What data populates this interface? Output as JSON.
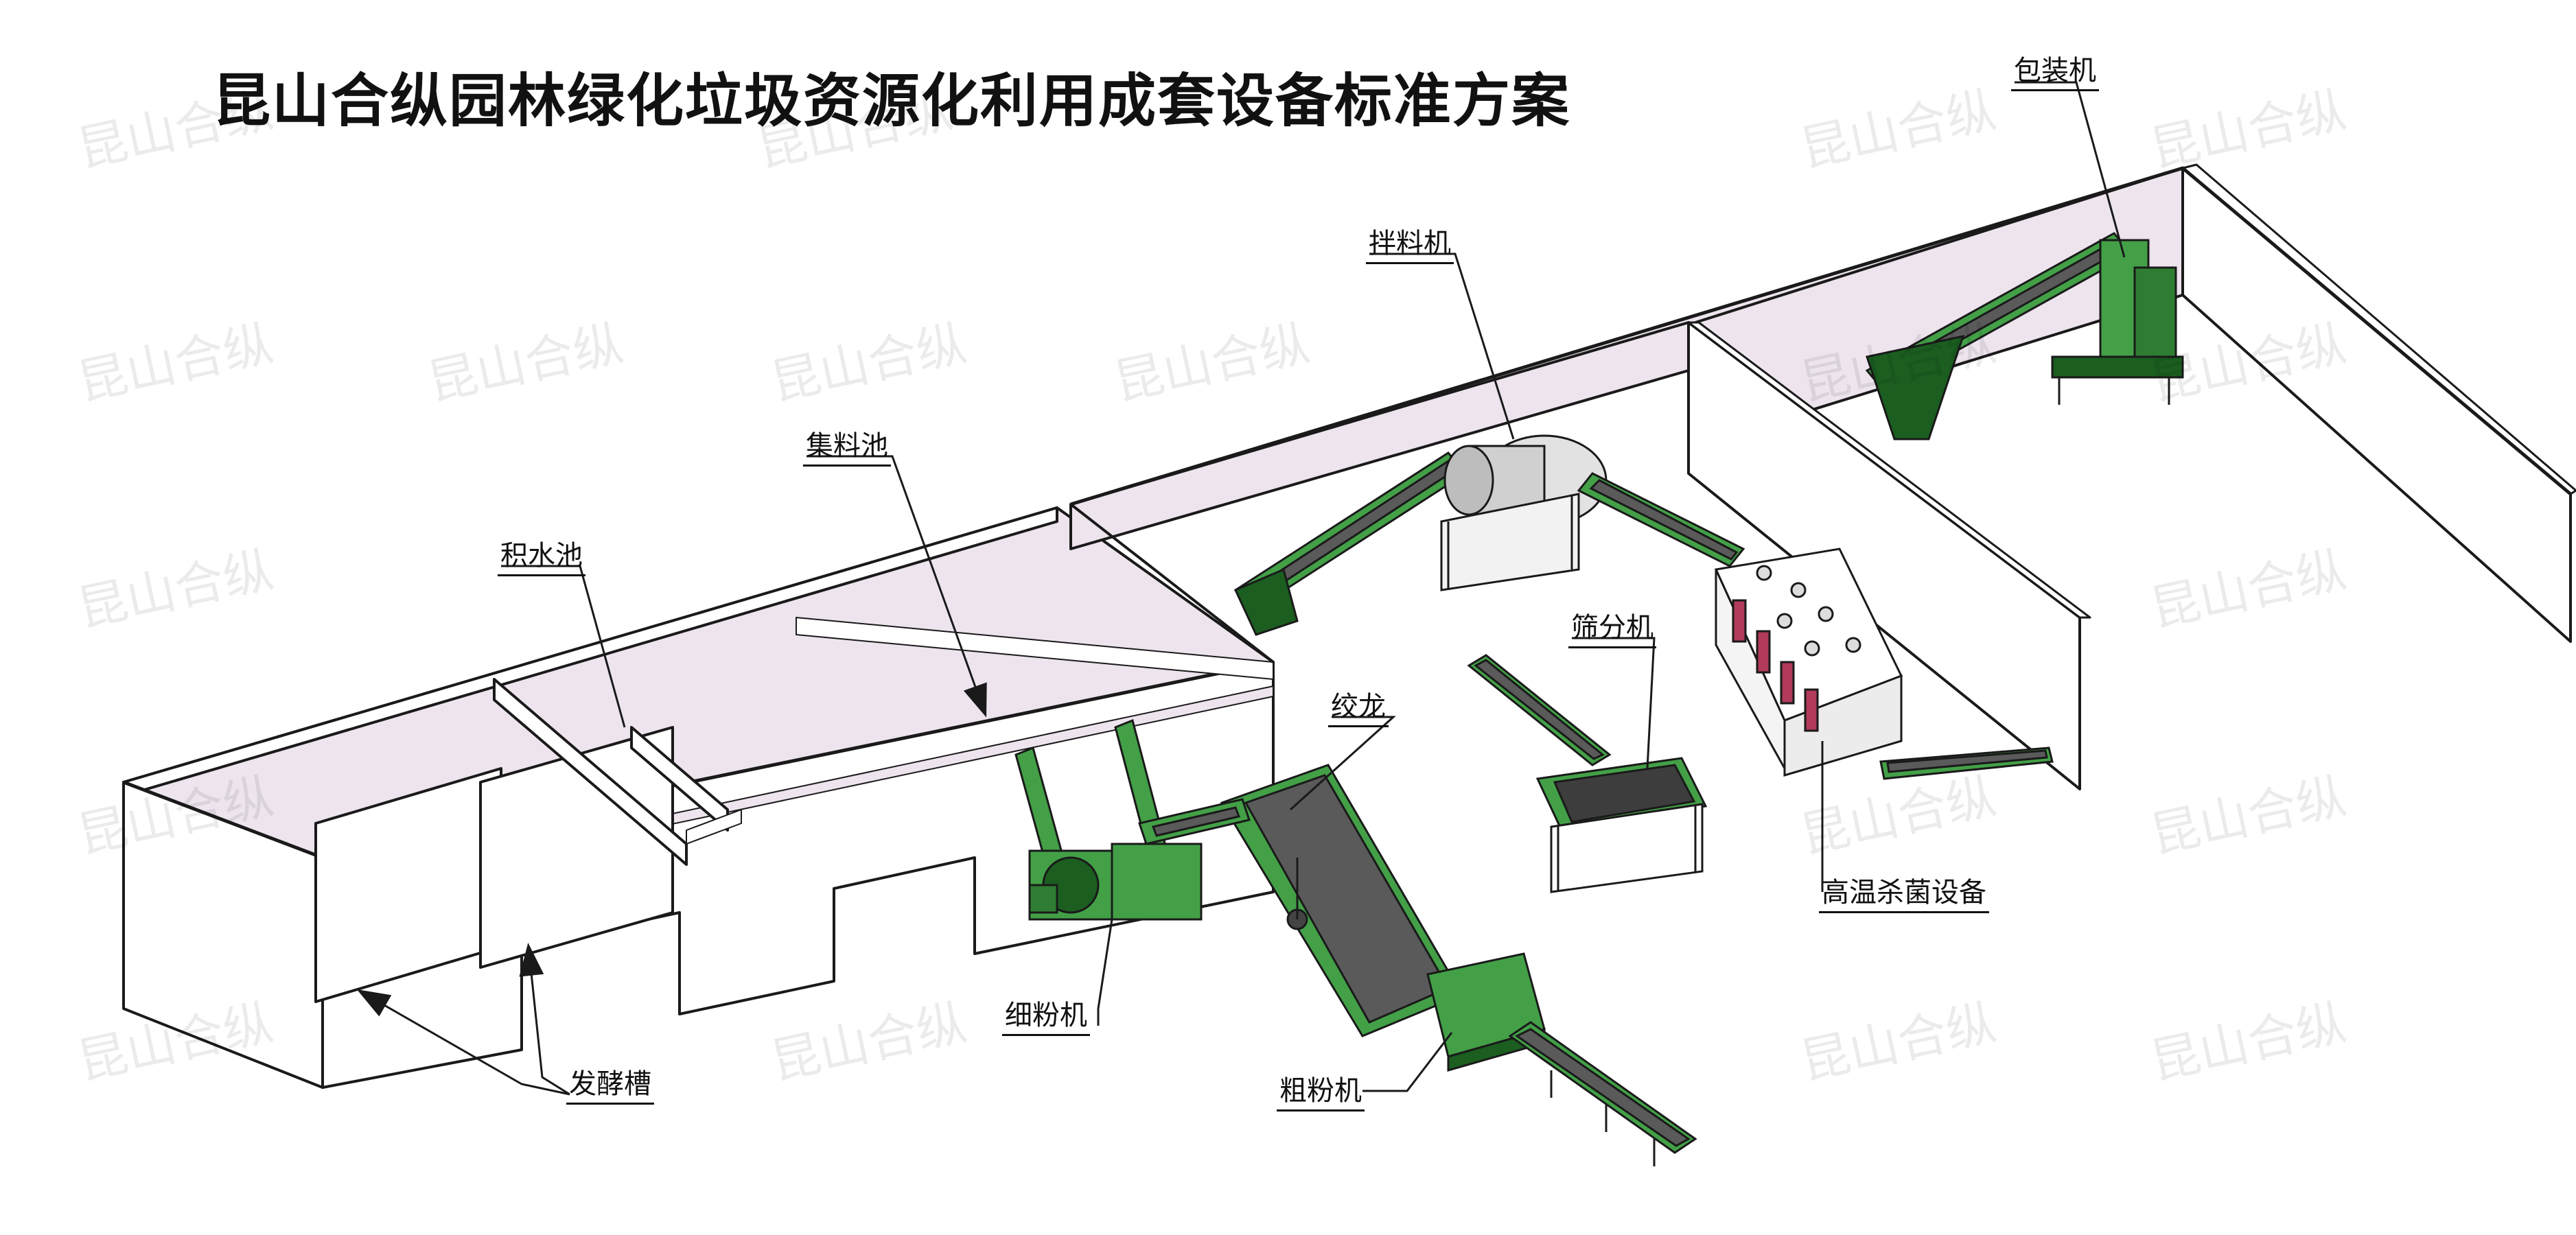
{
  "title": "昆山合纵园林绿化垃圾资源化利用成套设备标准方案",
  "watermark": "昆山合纵",
  "colors": {
    "wall_inner": "#ede4ee",
    "wall_face": "#ffffff",
    "outline": "#1a1a1a",
    "machine_green": "#43a047",
    "machine_dark": "#1b5e20",
    "belt": "#5a5a5a",
    "steel": "#d8d8d8",
    "sterilizer_window": "#b23a5a"
  },
  "labels": {
    "packing_machine": "包装机",
    "mixer": "拌料机",
    "collection_pool": "集料池",
    "water_pool": "积水池",
    "screening_machine": "筛分机",
    "auger": "绞龙",
    "sterilizer": "高温杀菌设备",
    "fine_crusher": "细粉机",
    "fermentation_tank": "发酵槽",
    "coarse_crusher": "粗粉机"
  }
}
